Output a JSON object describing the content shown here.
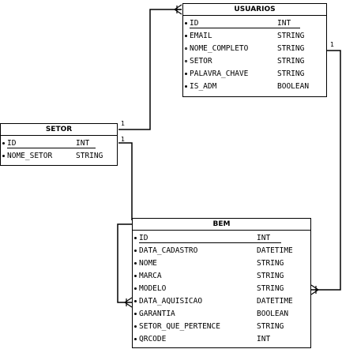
{
  "entities": {
    "usuarios": {
      "title": "USUARIOS",
      "attributes": [
        {
          "name": "ID",
          "type": "INT",
          "key": "pk",
          "marker": "filled"
        },
        {
          "name": "EMAIL",
          "type": "STRING",
          "key": "",
          "marker": "filled"
        },
        {
          "name": "NOME_COMPLETO",
          "type": "STRING",
          "key": "",
          "marker": "hollow"
        },
        {
          "name": "SETOR",
          "type": "STRING",
          "key": "",
          "marker": "hollow"
        },
        {
          "name": "PALAVRA_CHAVE",
          "type": "STRING",
          "key": "",
          "marker": "filled"
        },
        {
          "name": "IS_ADM",
          "type": "BOOLEAN",
          "key": "",
          "marker": "filled"
        }
      ]
    },
    "setor": {
      "title": "SETOR",
      "attributes": [
        {
          "name": "ID",
          "type": "INT",
          "key": "pk",
          "marker": "filled"
        },
        {
          "name": "NOME_SETOR",
          "type": "STRING",
          "key": "",
          "marker": "filled"
        }
      ]
    },
    "bem": {
      "title": "BEM",
      "attributes": [
        {
          "name": "ID",
          "type": "INT",
          "key": "pk",
          "marker": "filled"
        },
        {
          "name": "DATA_CADASTRO",
          "type": "DATETIME",
          "key": "",
          "marker": "filled"
        },
        {
          "name": "NOME",
          "type": "STRING",
          "key": "",
          "marker": "filled"
        },
        {
          "name": "MARCA",
          "type": "STRING",
          "key": "",
          "marker": "filled"
        },
        {
          "name": "MODELO",
          "type": "STRING",
          "key": "",
          "marker": "filled"
        },
        {
          "name": "DATA_AQUISICAO",
          "type": "DATETIME",
          "key": "",
          "marker": "filled"
        },
        {
          "name": "GARANTIA",
          "type": "BOOLEAN",
          "key": "",
          "marker": "filled"
        },
        {
          "name": "SETOR_QUE_PERTENCE",
          "type": "STRING",
          "key": "",
          "marker": "filled"
        },
        {
          "name": "QRCODE",
          "type": "INT",
          "key": "",
          "marker": "filled"
        }
      ]
    }
  },
  "relationships": [
    {
      "from": "setor",
      "to": "usuarios",
      "from_cardinality": "1",
      "to_cardinality": "many"
    },
    {
      "from": "setor",
      "to": "bem",
      "from_cardinality": "1",
      "to_cardinality": "many"
    },
    {
      "from": "usuarios",
      "to": "bem",
      "from_cardinality": "1",
      "to_cardinality": "many"
    }
  ],
  "cardinality_labels": {
    "setor_usuarios": "1",
    "setor_bem": "1",
    "usuarios_bem": "1"
  }
}
